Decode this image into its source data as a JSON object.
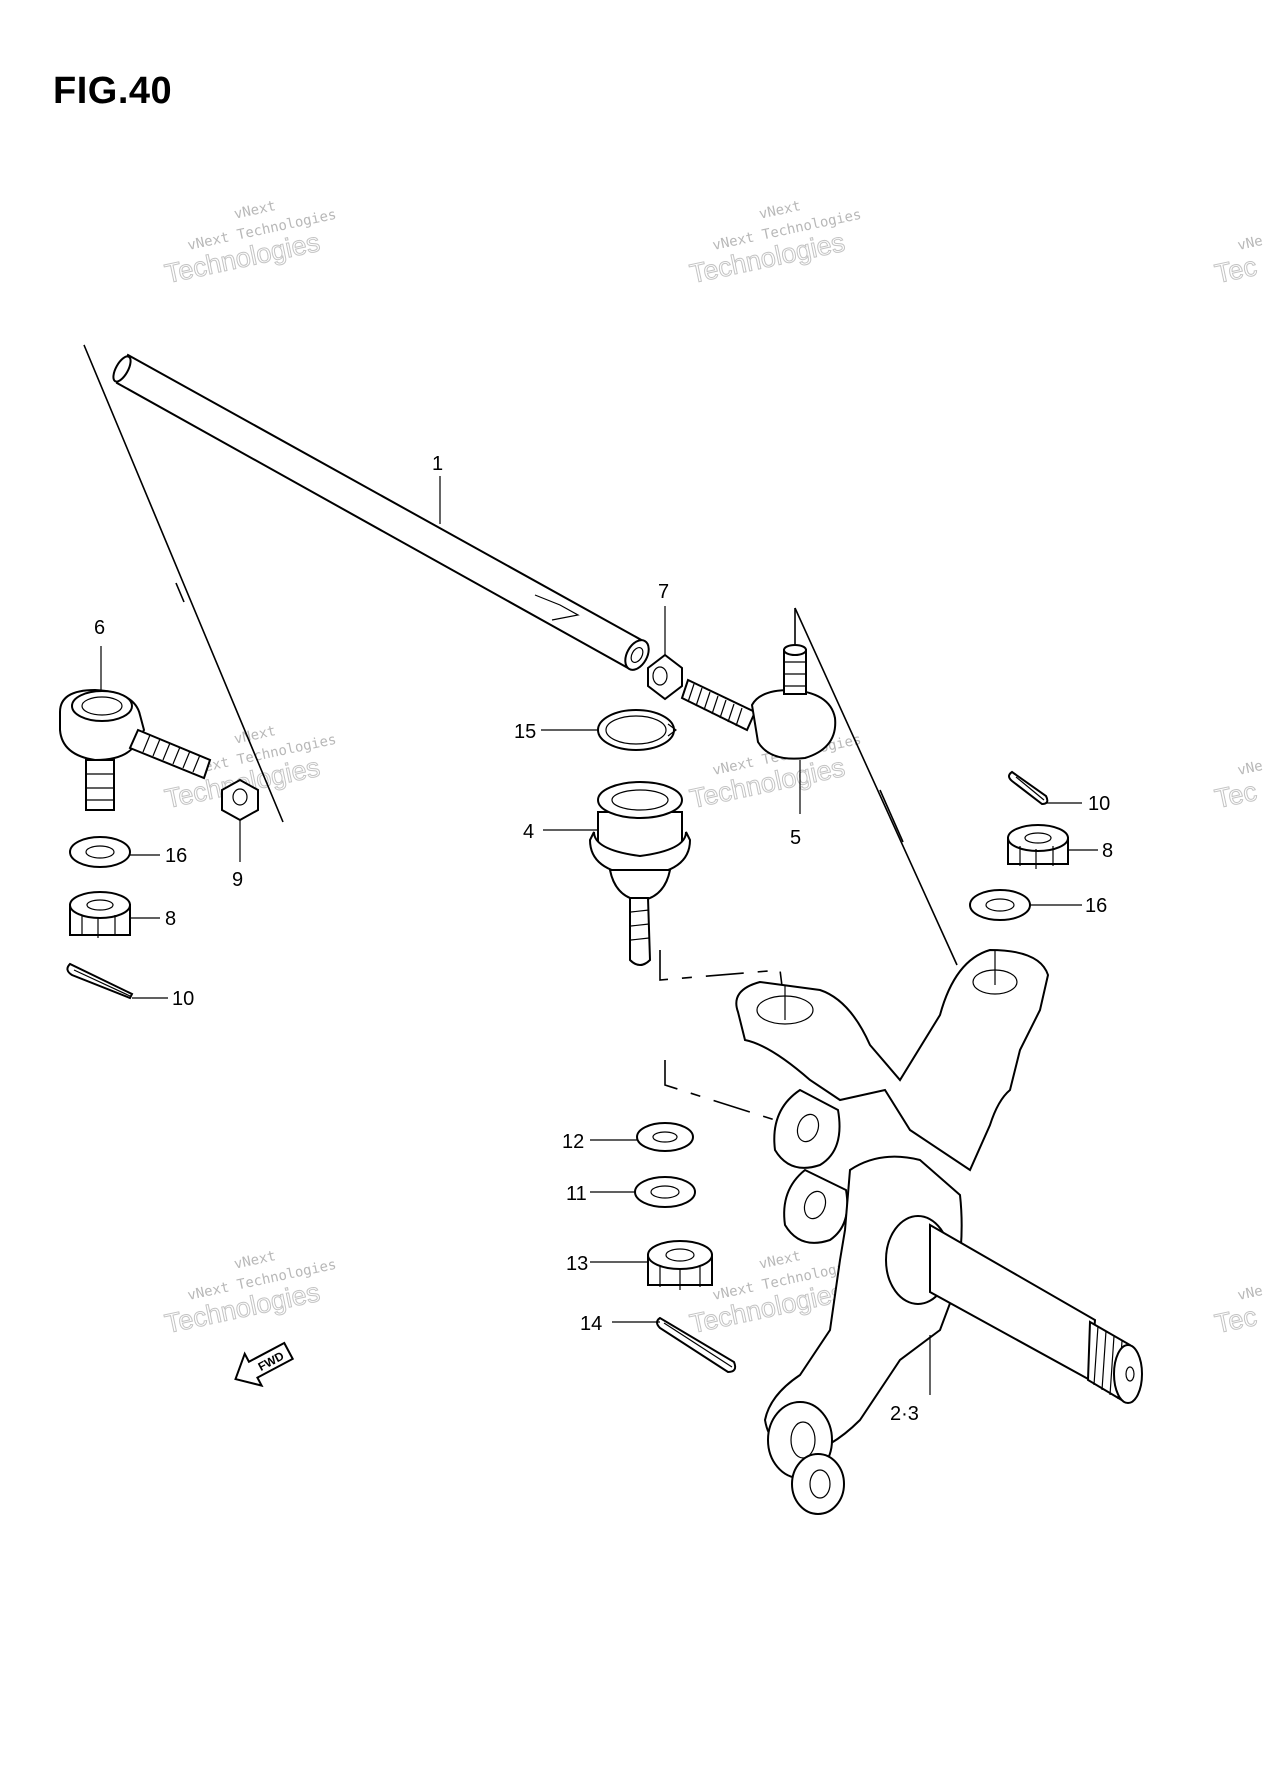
{
  "figure": {
    "title": "FIG.40"
  },
  "callouts": [
    {
      "id": "c1",
      "label": "1"
    },
    {
      "id": "c2",
      "label": "2·3"
    },
    {
      "id": "c4",
      "label": "4"
    },
    {
      "id": "c5",
      "label": "5"
    },
    {
      "id": "c6",
      "label": "6"
    },
    {
      "id": "c7",
      "label": "7"
    },
    {
      "id": "c8a",
      "label": "8"
    },
    {
      "id": "c8b",
      "label": "8"
    },
    {
      "id": "c9",
      "label": "9"
    },
    {
      "id": "c10a",
      "label": "10"
    },
    {
      "id": "c10b",
      "label": "10"
    },
    {
      "id": "c11",
      "label": "11"
    },
    {
      "id": "c12",
      "label": "12"
    },
    {
      "id": "c13",
      "label": "13"
    },
    {
      "id": "c14",
      "label": "14"
    },
    {
      "id": "c15",
      "label": "15"
    },
    {
      "id": "c16a",
      "label": "16"
    },
    {
      "id": "c16b",
      "label": "16"
    }
  ],
  "fwd_marker": {
    "label": "FWD"
  },
  "watermark": {
    "line1": "vNext",
    "line2": "vNext Technologies",
    "line3": "Technologies"
  }
}
